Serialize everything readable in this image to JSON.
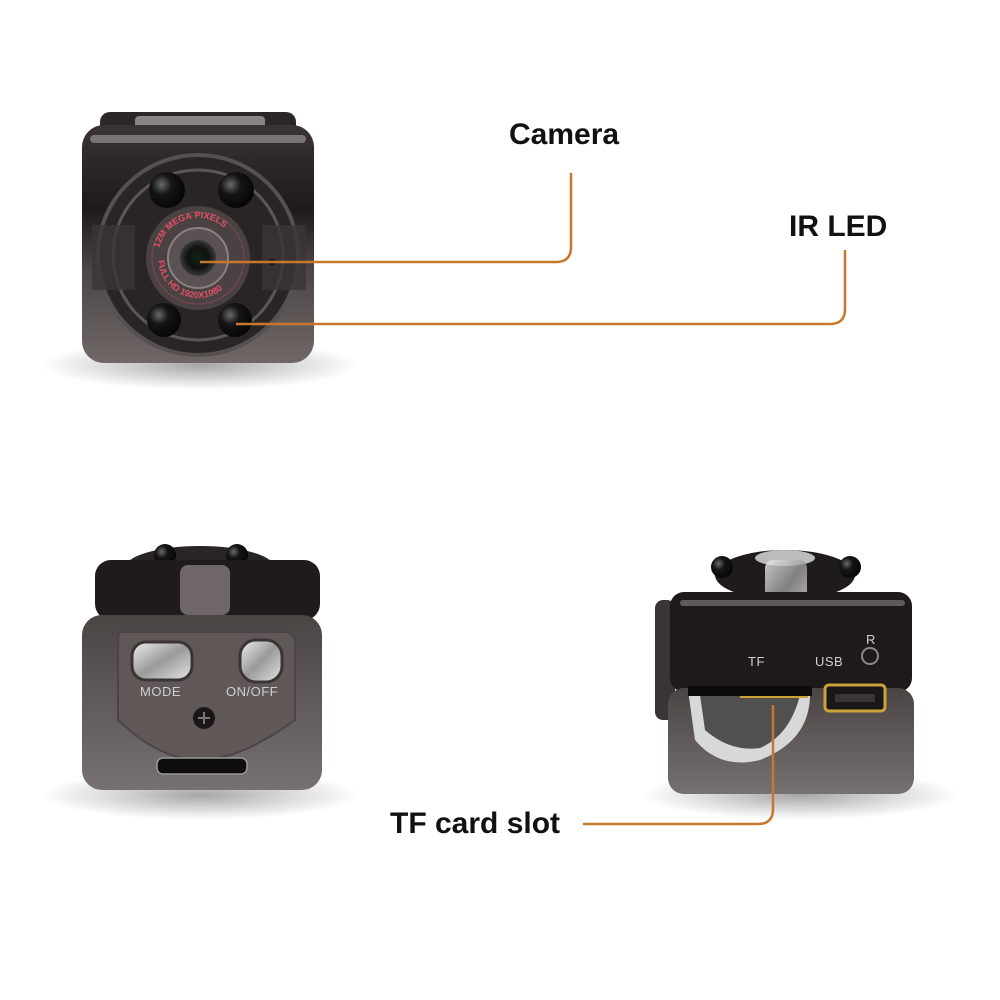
{
  "callouts": {
    "camera": {
      "label": "Camera"
    },
    "ir_led": {
      "label": "IR LED"
    },
    "tf_slot": {
      "label": "TF card slot"
    }
  },
  "device_front": {
    "lens_ring_text_top": "12M MEGA PIXELS",
    "lens_ring_text_bottom": "FULL HD 1920X1080"
  },
  "device_back": {
    "mode_label": "MODE",
    "onoff_label": "ON/OFF"
  },
  "device_side": {
    "tf_label": "TF",
    "usb_label": "USB",
    "reset_label": "R"
  },
  "colors": {
    "callout_line": "#C8782E",
    "body_dark": "#2a2626",
    "body_mid": "#6b6462",
    "lens_text": "#e0506a"
  }
}
